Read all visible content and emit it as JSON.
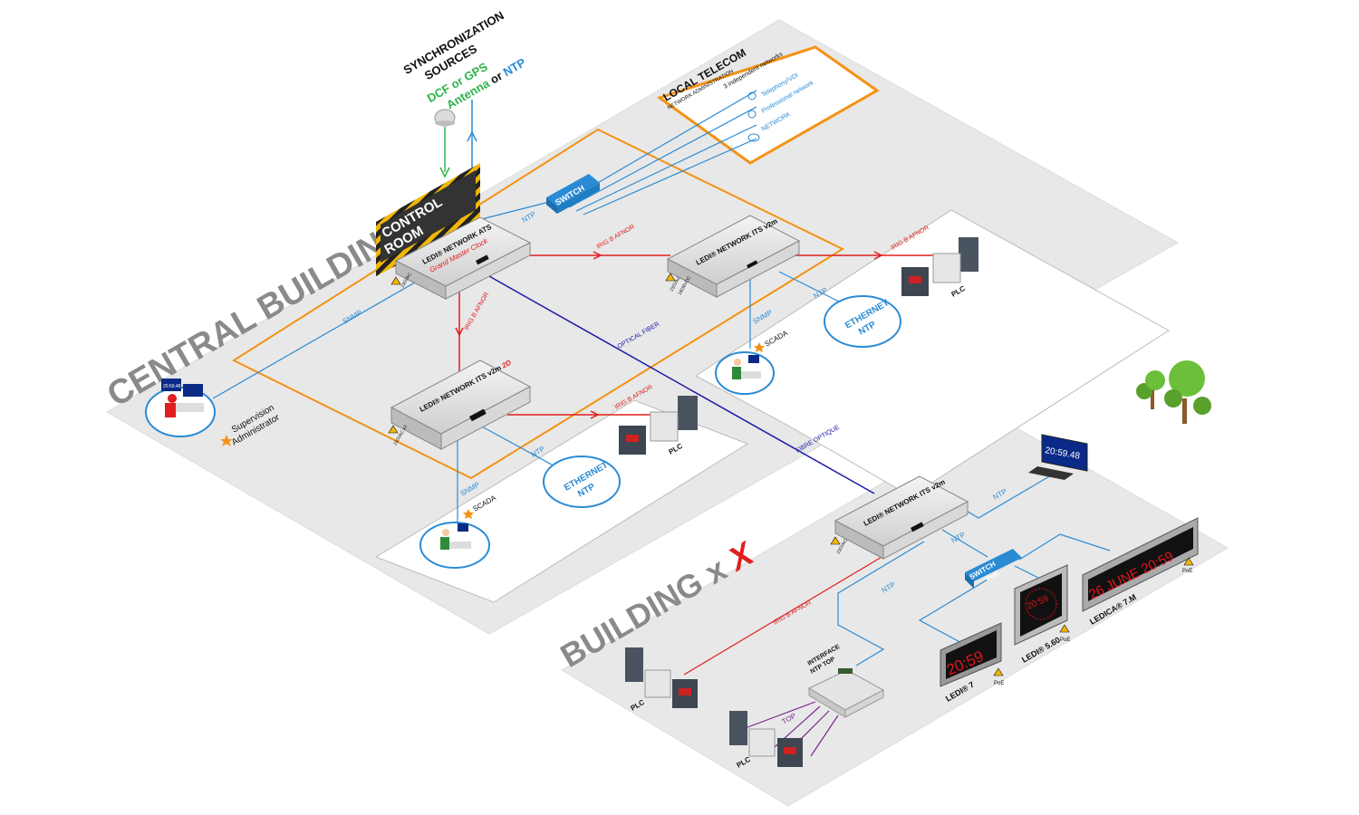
{
  "buildings": {
    "central": "CENTRAL BUILDING",
    "building_x_prefix": "BUILDING x",
    "building_x_suffix": "X"
  },
  "sync": {
    "line1": "SYNCHRONIZATION",
    "line2": "SOURCES",
    "dcf_gps": "DCF or GPS",
    "antenna": "Antenna",
    "or": "or",
    "ntp": "NTP"
  },
  "telecom": {
    "title": "LOCAL TELECOM",
    "subtitle": "NETWORK ADMINISTRATION",
    "header": "3 independent networks",
    "networks": [
      "Telephony/VDI",
      "Professional network",
      "NETWORK"
    ]
  },
  "control_room": {
    "line1": "CONTROL",
    "line2": "ROOM"
  },
  "switch_label": "SWITCH",
  "switch_poe": {
    "line1": "SWITCH",
    "line2": "PoE"
  },
  "devices": {
    "ats": {
      "name": "LEDI® NETWORK ATS",
      "sub": "Grand Master Clock",
      "power": "230VAC"
    },
    "its_right": {
      "name": "LEDI® NETWORK ITS v2m",
      "power1": "230VAC",
      "power2": "18/36VDC"
    },
    "its_2d": {
      "name": "LEDI® NETWORK ITS v2m",
      "suffix": "2D",
      "power": "230VAC x2"
    },
    "its_bx": {
      "name": "LEDI® NETWORK ITS v2m",
      "power": "230VAC"
    }
  },
  "links": {
    "ntp": "NTP",
    "snmp": "SNMP",
    "irig": "IRIG B AFNOR",
    "optical": "OPTICAL FIBER",
    "fibre": "FIBRE OPTIQUE",
    "top": "TOP"
  },
  "ethernet_ntp": {
    "line1": "ETHERNET",
    "line2": "NTP"
  },
  "labels": {
    "plc": "PLC",
    "scada": "SCADA",
    "supervision": "Supervision",
    "administrator": "Administrator",
    "interface1": "INTERFACE",
    "interface2": "NTP TOP",
    "poe": "PoE"
  },
  "displays": {
    "monitor_time": "20:59.48",
    "admin_screen_time": "20:59.48",
    "ledi7_time": "20:59",
    "ledi560_time": "20:59",
    "ledica_text": "26 JUNE 20:59",
    "ledi7_name": "LEDI® 7",
    "ledi560_name": "LEDI® 5.60",
    "ledica_name": "LEDICA® 7.M"
  },
  "colors": {
    "floor": "#e8e8e8",
    "orange": "#f39214",
    "blue": "#2a8bd4",
    "red": "#e01e1e",
    "navy": "#1a1aa8",
    "green": "#2db34a",
    "purple": "#7a2a8a",
    "led": "#e0141e"
  }
}
